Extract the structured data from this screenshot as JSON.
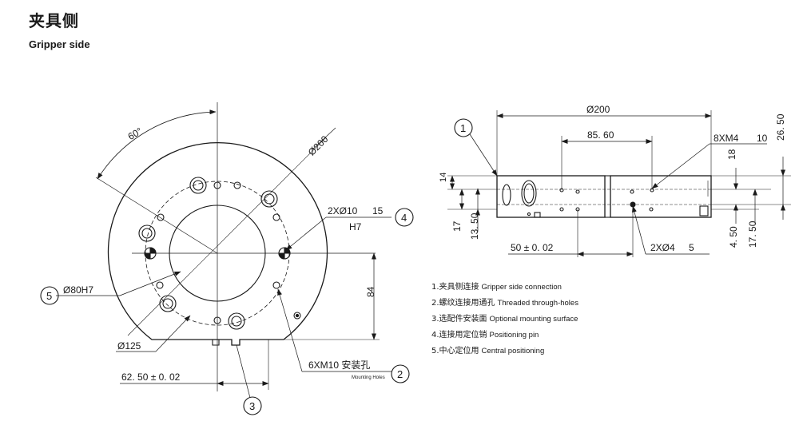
{
  "header": {
    "title_cn": "夹具侧",
    "title_en": "Gripper side"
  },
  "front_view": {
    "angle": "60°",
    "outer_dia": "Ø200",
    "pin_callout": "2XØ10",
    "pin_depth": "15",
    "pin_fit": "H7",
    "center_dia": "Ø80H7",
    "bolt_circle": "Ø125",
    "offset_h": "84",
    "offset_w": "62. 50 ± 0. 02",
    "mount_holes": "6XM10 安装孔",
    "mount_holes_en": "Mounting Holes"
  },
  "side_view": {
    "width": "Ø200",
    "dim_85": "85. 60",
    "thread": "8XM4",
    "thread_depth": "10",
    "dim_2650": "26. 50",
    "dim_18": "18",
    "dim_14": "14",
    "dim_17": "17",
    "dim_1350": "13. 50",
    "dim_50": "50 ± 0. 02",
    "pin_callout": "2XØ4",
    "pin_depth": "5",
    "dim_450": "4. 50",
    "dim_1750": "17. 50"
  },
  "balloons": [
    "1",
    "2",
    "3",
    "4",
    "5"
  ],
  "legend": [
    {
      "cn": "1.夹具侧连接",
      "en": "Gripper side connection"
    },
    {
      "cn": "2.螺纹连接用通孔",
      "en": "Threaded through-holes"
    },
    {
      "cn": "3.选配件安装面",
      "en": "Optional mounting surface"
    },
    {
      "cn": "4.连接用定位销",
      "en": "Positioning pin"
    },
    {
      "cn": "5.中心定位用",
      "en": "Central positioning"
    }
  ]
}
